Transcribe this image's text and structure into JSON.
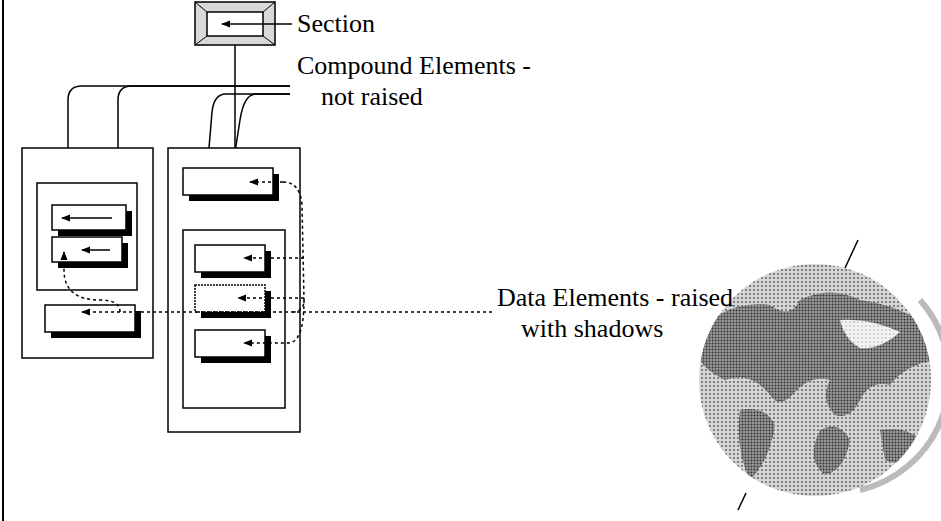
{
  "diagram": {
    "labels": [
      "Section",
      "Compound Elements - not raised",
      "Data Elements - raised with shadows"
    ]
  }
}
